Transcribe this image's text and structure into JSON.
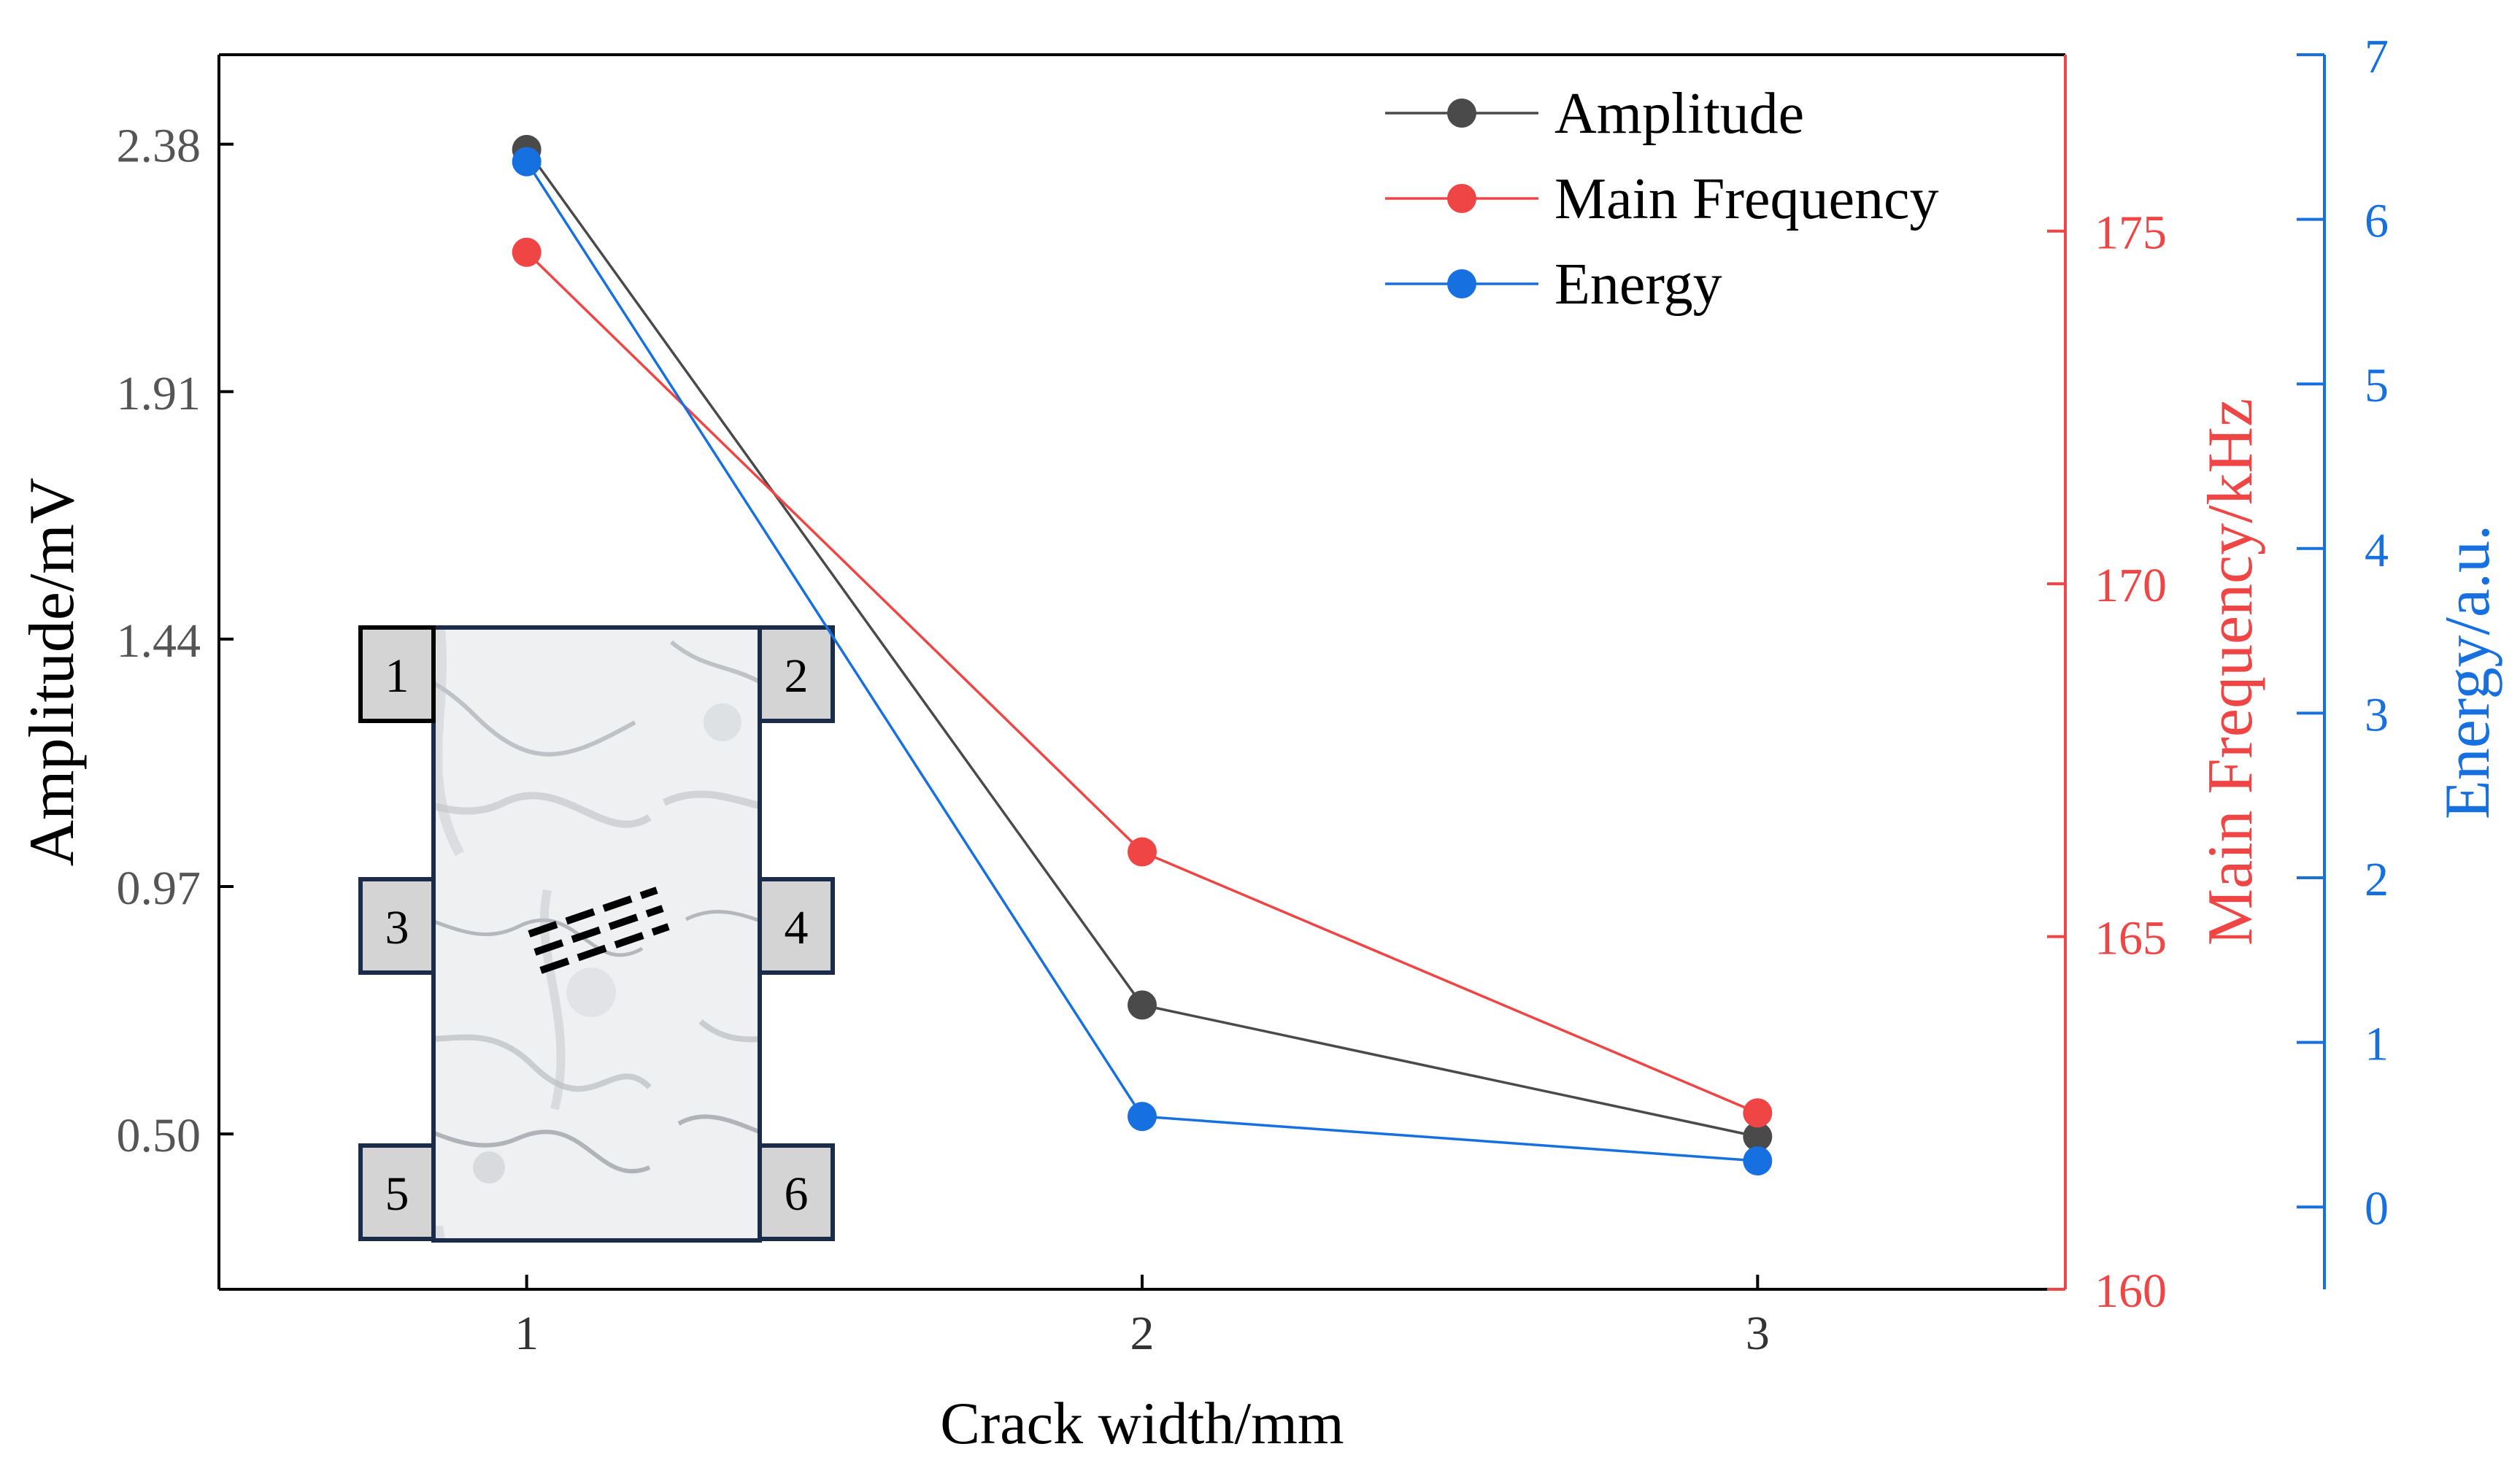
{
  "chart_data": {
    "type": "line",
    "x": [
      1,
      2,
      3
    ],
    "xlabel": "Crack width/mm",
    "xlim": [
      0.5,
      3.5
    ],
    "x_ticks": [
      "1",
      "2",
      "3"
    ],
    "series": [
      {
        "name": "Amplitude",
        "axis": "left",
        "color": "#4a4a4a",
        "values": [
          2.37,
          0.745,
          0.495
        ]
      },
      {
        "name": "Main Frequency",
        "axis": "right",
        "color": "#f04545",
        "values": [
          174.7,
          166.2,
          162.5
        ]
      },
      {
        "name": "Energy",
        "axis": "right2",
        "color": "#1670e0",
        "values": [
          6.35,
          0.55,
          0.28
        ]
      }
    ],
    "axes": {
      "left": {
        "label": "Amplitude/mV",
        "ylim": [
          0.205,
          2.55
        ],
        "ticks": [
          "0.50",
          "0.97",
          "1.44",
          "1.91",
          "2.38"
        ],
        "color": "#000000"
      },
      "right": {
        "label": "Main Frequency/kHz",
        "ylim": [
          160,
          177.5
        ],
        "ticks": [
          "160",
          "165",
          "170",
          "175"
        ],
        "color": "#f04545"
      },
      "right2": {
        "label": "Energy/a.u.",
        "ylim": [
          -0.5,
          7
        ],
        "ticks": [
          "0",
          "1",
          "2",
          "3",
          "4",
          "5",
          "6",
          "7"
        ],
        "color": "#1670e0"
      }
    },
    "legend_position": "top-right",
    "grid": false
  },
  "inset": {
    "sensor_labels": [
      "1",
      "2",
      "3",
      "4",
      "5",
      "6"
    ]
  }
}
